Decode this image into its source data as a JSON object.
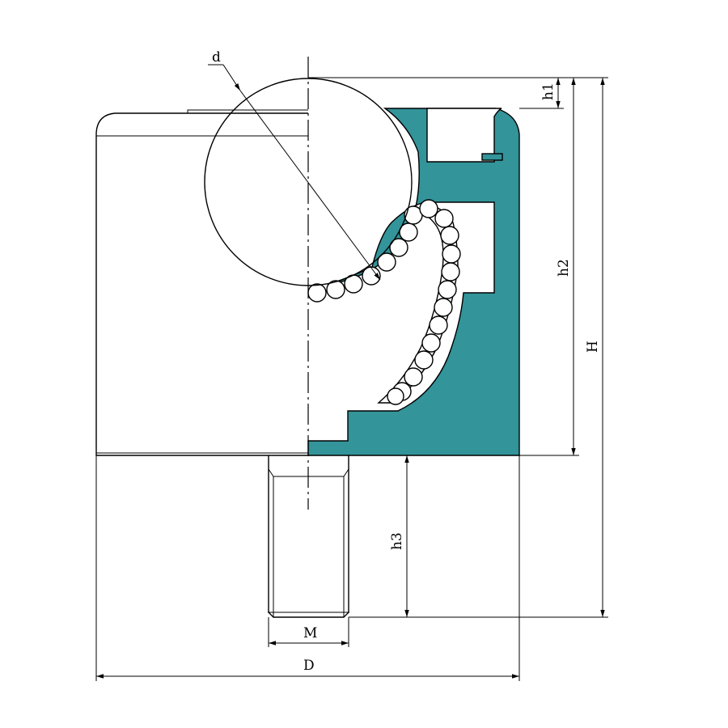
{
  "labels": {
    "d": "d",
    "h1": "h1",
    "h2": "h2",
    "H": "H",
    "h3": "h3",
    "M": "M",
    "D": "D"
  },
  "colors": {
    "housing_section": "#33949a",
    "lines": "#000000",
    "background": "#ffffff"
  }
}
